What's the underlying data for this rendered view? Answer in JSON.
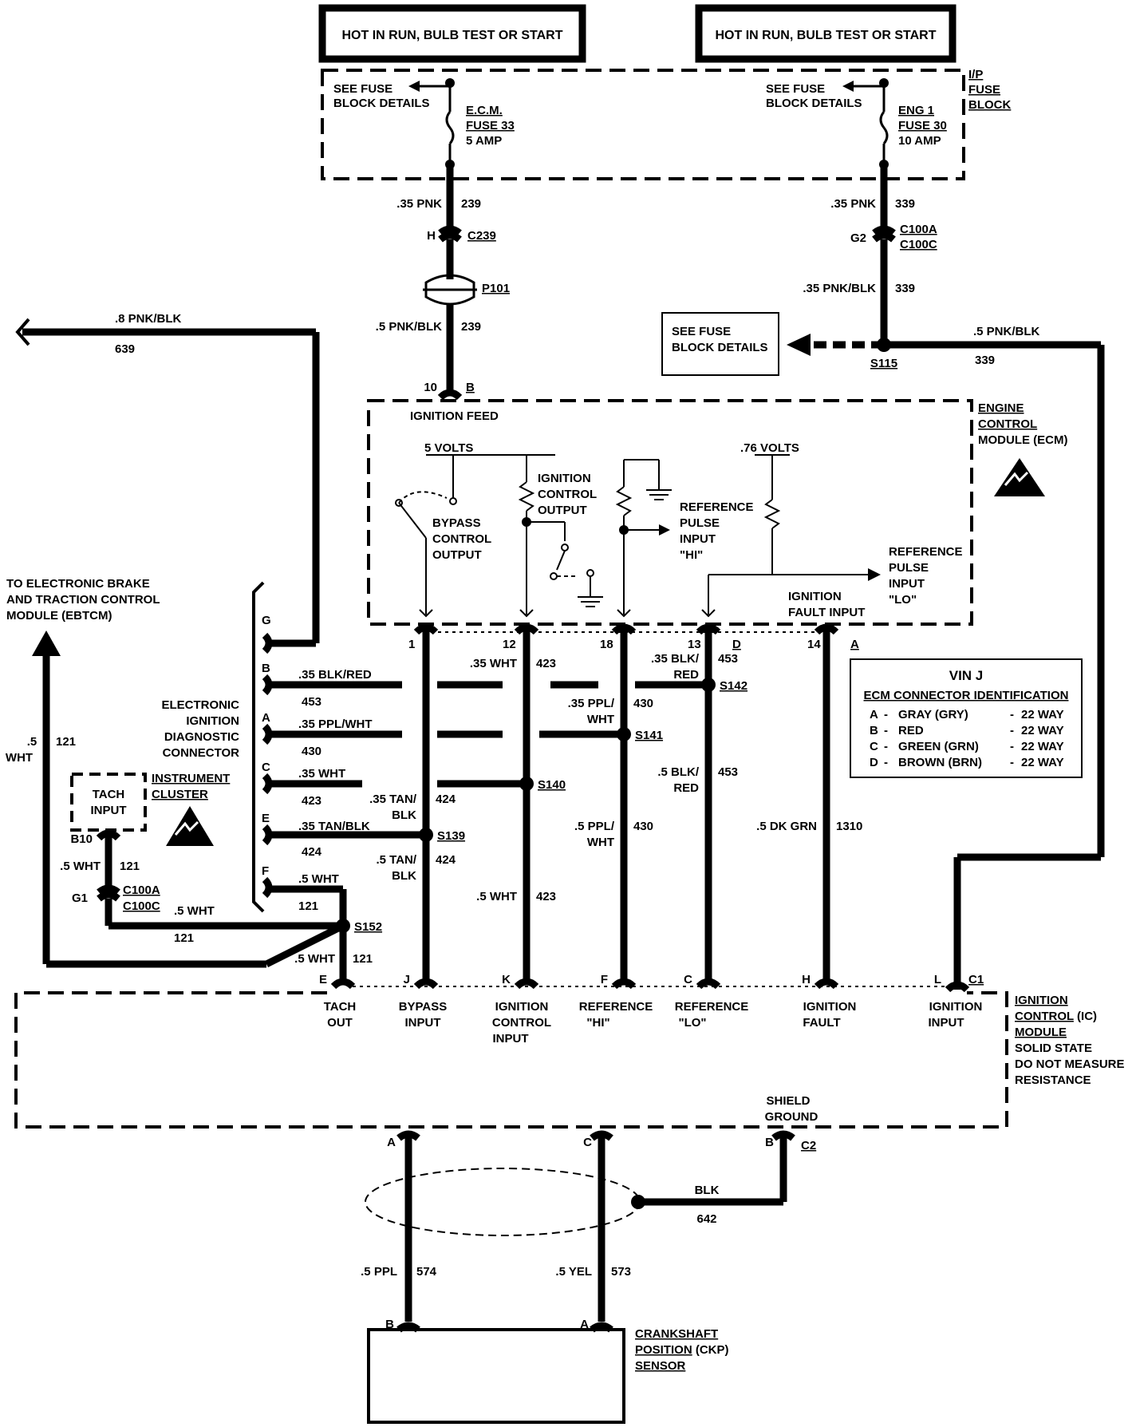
{
  "header": {
    "left_label": "HOT IN RUN, BULB TEST OR START",
    "right_label": "HOT IN RUN, BULB TEST OR START"
  },
  "fuse_block": {
    "title_line1": "I/P",
    "title_line2": "FUSE",
    "title_line3": "BLOCK",
    "see_fuse_left_1": "SEE FUSE",
    "see_fuse_left_2": "BLOCK DETAILS",
    "see_fuse_right_1": "SEE FUSE",
    "see_fuse_right_2": "BLOCK DETAILS",
    "fuse33_name": "E.C.M.",
    "fuse33_num": "FUSE 33",
    "fuse33_amp": "5 AMP",
    "fuse30_name": "ENG 1",
    "fuse30_num": "FUSE 30",
    "fuse30_amp": "10 AMP"
  },
  "wires": {
    "w239a_gauge": ".35 PNK",
    "w239a_num": "239",
    "c239_pin": "H",
    "c239_name": "C239",
    "p101": "P101",
    "w239b_gauge": ".5 PNK/BLK",
    "w239b_num": "239",
    "ecm_pin10": "10",
    "ecm_pin10_conn": "B",
    "w339a_gauge": ".35 PNK",
    "w339a_num": "339",
    "c100_pin": "G2",
    "c100a": "C100A",
    "c100c": "C100C",
    "w339b_gauge": ".35 PNK/BLK",
    "w339b_num": "339",
    "s115": "S115",
    "w339c_gauge": ".5 PNK/BLK",
    "w339c_num": "339",
    "see_fuse_box_1": "SEE FUSE",
    "see_fuse_box_2": "BLOCK DETAILS",
    "w639_gauge": ".8 PNK/BLK",
    "w639_num": "639"
  },
  "ecm": {
    "title_1": "ENGINE",
    "title_2": "CONTROL",
    "title_3": "MODULE (ECM)",
    "ignition_feed": "IGNITION FEED",
    "five_volts": "5 VOLTS",
    "bypass_1": "BYPASS",
    "bypass_2": "CONTROL",
    "bypass_3": "OUTPUT",
    "ico_1": "IGNITION",
    "ico_2": "CONTROL",
    "ico_3": "OUTPUT",
    "refhi_1": "REFERENCE",
    "refhi_2": "PULSE",
    "refhi_3": "INPUT",
    "refhi_4": "\"HI\"",
    "volts76": ".76 VOLTS",
    "reflo_1": "REFERENCE",
    "reflo_2": "PULSE",
    "reflo_3": "INPUT",
    "reflo_4": "\"LO\"",
    "ignfault_1": "IGNITION",
    "ignfault_2": "FAULT INPUT",
    "pin1": "1",
    "pin12": "12",
    "pin18": "18",
    "pin13": "13",
    "pin13_conn": "D",
    "pin14": "14",
    "pin14_conn": "A"
  },
  "vin": {
    "title": "VIN J",
    "subtitle": "ECM CONNECTOR IDENTIFICATION",
    "rows": [
      {
        "l": "A",
        "c": "GRAY (GRY)",
        "w": "22 WAY"
      },
      {
        "l": "B",
        "c": "RED",
        "w": "22 WAY"
      },
      {
        "l": "C",
        "c": "GREEN (GRN)",
        "w": "22 WAY"
      },
      {
        "l": "D",
        "c": "BROWN (BRN)",
        "w": "22 WAY"
      }
    ]
  },
  "diag": {
    "title_1": "ELECTRONIC",
    "title_2": "IGNITION",
    "title_3": "DIAGNOSTIC",
    "title_4": "CONNECTOR",
    "pinG": "G",
    "pinB": "B",
    "pinA": "A",
    "pinC": "C",
    "pinE": "E",
    "pinF": "F",
    "b_gauge": ".35 BLK/RED",
    "b_num": "453",
    "a_gauge": ".35 PPL/WHT",
    "a_num": "430",
    "c_gauge": ".35 WHT",
    "c_num": "423",
    "e_gauge": ".35 TAN/BLK",
    "e_num": "424",
    "f_gauge": ".5 WHT",
    "f_num": "121"
  },
  "ebtcm": {
    "line1": "TO ELECTRONIC BRAKE",
    "line2": "AND TRACTION CONTROL",
    "line3": "MODULE (EBTCM)",
    "w_gauge_1": ".5",
    "w_gauge_2": "WHT",
    "w_num": "121"
  },
  "cluster": {
    "tach_1": "TACH",
    "tach_2": "INPUT",
    "name_1": "INSTRUMENT",
    "name_2": "CLUSTER",
    "pin": "B10",
    "w_gauge": ".5 WHT",
    "w_num": "121",
    "c_pin": "G1",
    "c100a": "C100A",
    "c100c": "C100C",
    "w2_gauge": ".5 WHT",
    "w2_num": "121"
  },
  "splices": {
    "s142": "S142",
    "s141": "S141",
    "s140": "S140",
    "s139": "S139",
    "s152": "S152"
  },
  "mid": {
    "w423a_gauge": ".35 WHT",
    "w423a_num": "423",
    "w453a_gauge_1": ".35 BLK/",
    "w453a_gauge_2": "RED",
    "w453a_num": "453",
    "w430a_gauge_1": ".35 PPL/",
    "w430a_gauge_2": "WHT",
    "w430a_num": "430",
    "w453b_gauge_1": ".5 BLK/",
    "w453b_gauge_2": "RED",
    "w453b_num": "453",
    "w424a_gauge_1": ".35 TAN/",
    "w424a_gauge_2": "BLK",
    "w424a_num": "424",
    "w424b_gauge_1": ".5 TAN/",
    "w424b_gauge_2": "BLK",
    "w424b_num": "424",
    "w430b_gauge_1": ".5 PPL/",
    "w430b_gauge_2": "WHT",
    "w430b_num": "430",
    "w1310_gauge": ".5 DK GRN",
    "w1310_num": "1310",
    "w423b_gauge": ".5 WHT",
    "w423b_num": "423",
    "w121_gauge": ".5 WHT",
    "w121_num": "121"
  },
  "icm": {
    "title_1": "IGNITION",
    "title_2": "CONTROL (IC)",
    "title_3": "MODULE",
    "note_1": "SOLID STATE",
    "note_2": "DO NOT MEASURE",
    "note_3": "RESISTANCE",
    "pinE": "E",
    "pinJ": "J",
    "pinK": "K",
    "pinF": "F",
    "pinC": "C",
    "pinH": "H",
    "pinL": "L",
    "pinC1": "C1",
    "tach_1": "TACH",
    "tach_2": "OUT",
    "bypass_1": "BYPASS",
    "bypass_2": "INPUT",
    "ici_1": "IGNITION",
    "ici_2": "CONTROL",
    "ici_3": "INPUT",
    "rhi_1": "REFERENCE",
    "rhi_2": "\"HI\"",
    "rlo_1": "REFERENCE",
    "rlo_2": "\"LO\"",
    "ifault_1": "IGNITION",
    "ifault_2": "FAULT",
    "iinput_1": "IGNITION",
    "iinput_2": "INPUT",
    "shield_1": "SHIELD",
    "shield_2": "GROUND",
    "pinA": "A",
    "pinC_bot": "C",
    "pinB": "B",
    "pinC2": "C2"
  },
  "bottom": {
    "blk_gauge": "BLK",
    "blk_num": "642",
    "ppl_gauge": ".5 PPL",
    "ppl_num": "574",
    "yel_gauge": ".5 YEL",
    "yel_num": "573",
    "ckp_pinB": "B",
    "ckp_pinA": "A",
    "ckp_1": "CRANKSHAFT",
    "ckp_2": "POSITION (CKP)",
    "ckp_3": "SENSOR"
  }
}
